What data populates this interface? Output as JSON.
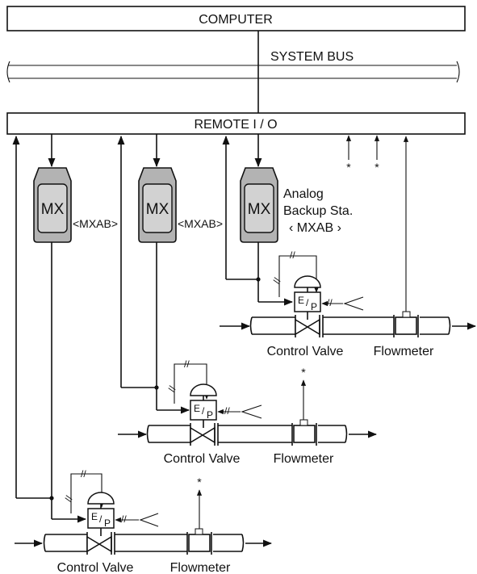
{
  "diagram": {
    "computer_label": "COMPUTER",
    "system_bus_label": "SYSTEM BUS",
    "remote_io_label": "REMOTE I / O",
    "station_label": "MX",
    "mxab_label": "<MXAB>",
    "analog_backup": {
      "line1": "Analog",
      "line2": "Backup Sta.",
      "line3": "‹ MXAB ›"
    },
    "ep_label": {
      "e": "E",
      "slash": "/",
      "p": "P"
    },
    "control_valve_label": "Control Valve",
    "flowmeter_label": "Flowmeter",
    "asterisk": "*",
    "colors": {
      "ink": "#111111",
      "station_fill": "#b3b3b3",
      "station_screen": "#d2d2d2"
    }
  }
}
